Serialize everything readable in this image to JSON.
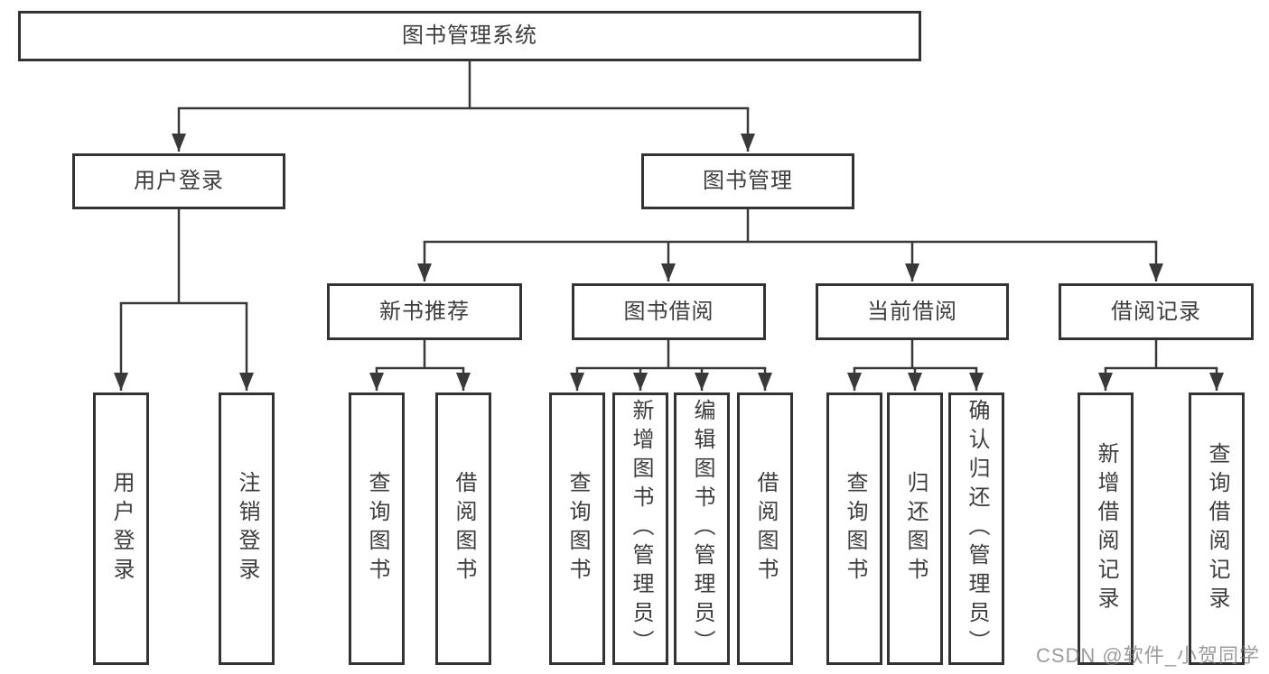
{
  "diagram": {
    "root": {
      "label": "图书管理系统",
      "children": [
        {
          "label": "用户登录",
          "children": [
            {
              "label": "用户登录"
            },
            {
              "label": "注销登录"
            }
          ]
        },
        {
          "label": "图书管理",
          "children": [
            {
              "label": "新书推荐",
              "children": [
                {
                  "label": "查询图书"
                },
                {
                  "label": "借阅图书"
                }
              ]
            },
            {
              "label": "图书借阅",
              "children": [
                {
                  "label": "查询图书"
                },
                {
                  "label": "新增图书（管理员）"
                },
                {
                  "label": "编辑图书（管理员）"
                },
                {
                  "label": "借阅图书"
                }
              ]
            },
            {
              "label": "当前借阅",
              "children": [
                {
                  "label": "查询图书"
                },
                {
                  "label": "归还图书"
                },
                {
                  "label": "确认归还（管理员）"
                }
              ]
            },
            {
              "label": "借阅记录",
              "children": [
                {
                  "label": "新增借阅记录"
                },
                {
                  "label": "查询借阅记录"
                }
              ]
            }
          ]
        }
      ]
    }
  },
  "watermark": {
    "text": "CSDN @软件_小贺同学"
  },
  "colors": {
    "line": "#393939",
    "box_border": "#333333",
    "text": "#3d3d3d",
    "background": "#ffffff",
    "watermark": "#808080"
  }
}
